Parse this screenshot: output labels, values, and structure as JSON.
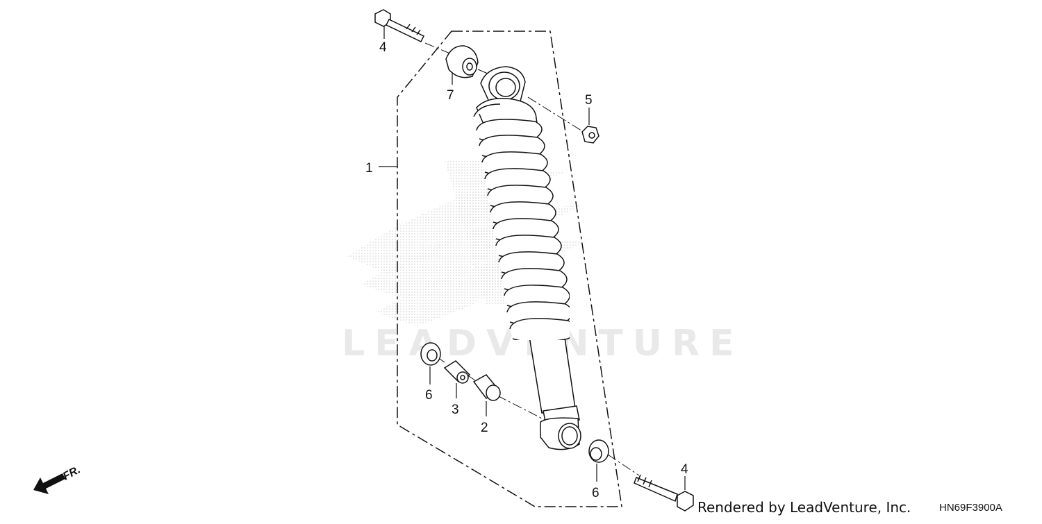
{
  "diagram": {
    "watermark": "LEADVENTURE",
    "rendered_by": "Rendered by LeadVenture, Inc.",
    "diagram_code": "HN69F3900A",
    "front_arrow_label": "FR."
  },
  "callouts": [
    {
      "id": "c1",
      "label": "1"
    },
    {
      "id": "c2",
      "label": "2"
    },
    {
      "id": "c3",
      "label": "3"
    },
    {
      "id": "c4a",
      "label": "4"
    },
    {
      "id": "c4b",
      "label": "4"
    },
    {
      "id": "c5",
      "label": "5"
    },
    {
      "id": "c6a",
      "label": "6"
    },
    {
      "id": "c6b",
      "label": "6"
    },
    {
      "id": "c7",
      "label": "7"
    }
  ]
}
